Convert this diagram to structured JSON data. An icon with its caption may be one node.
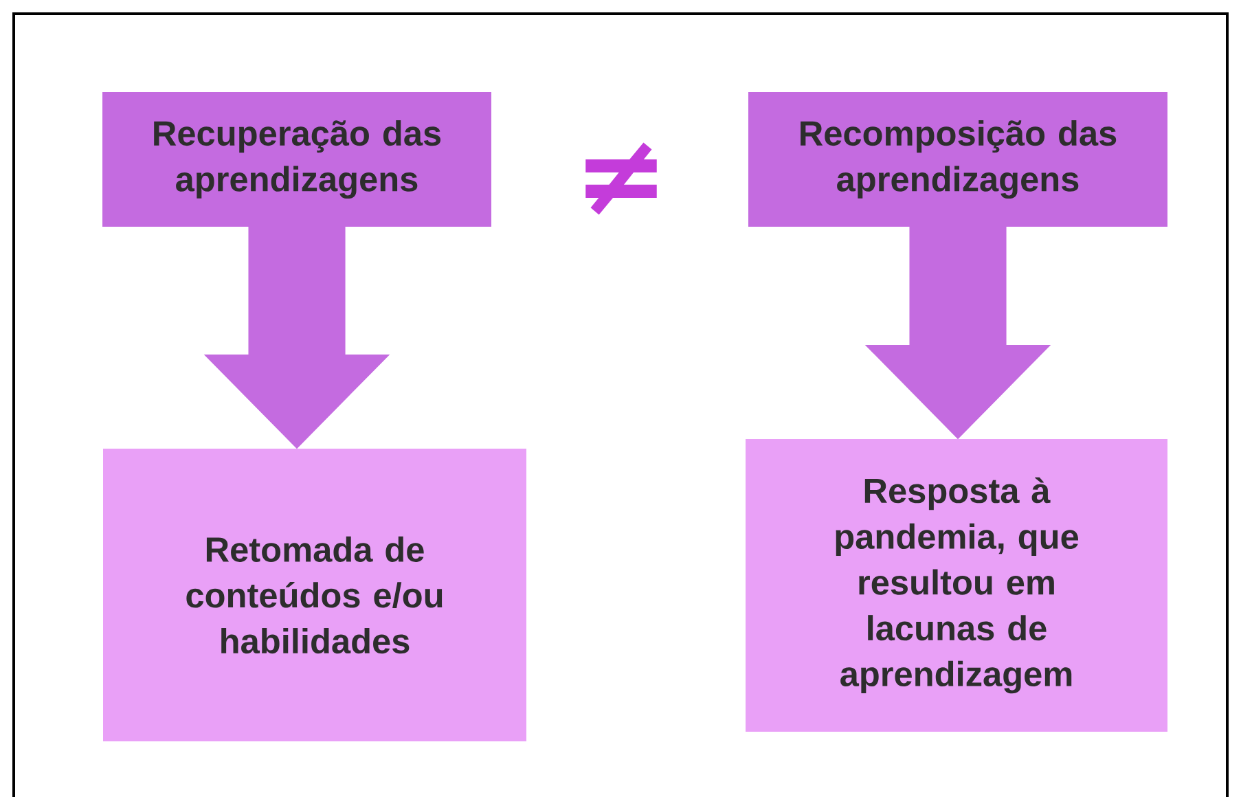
{
  "diagram": {
    "nodes": [
      {
        "text": [
          "Recuperação das aprendizagens"
        ]
      },
      {
        "text": [
          "Recomposição das aprendizagens"
        ]
      },
      {
        "text": [
          "Retomada de conteúdos e/ou habilidades"
        ]
      },
      {
        "text": [
          "Resposta à pandemia, que resultou em lacunas de aprendizagem"
        ]
      }
    ],
    "edges": [
      {
        "from": 0,
        "to": 2,
        "arrow": "to"
      },
      {
        "from": 1,
        "to": 3,
        "arrow": "to"
      }
    ],
    "labels": [
      "≠"
    ]
  }
}
